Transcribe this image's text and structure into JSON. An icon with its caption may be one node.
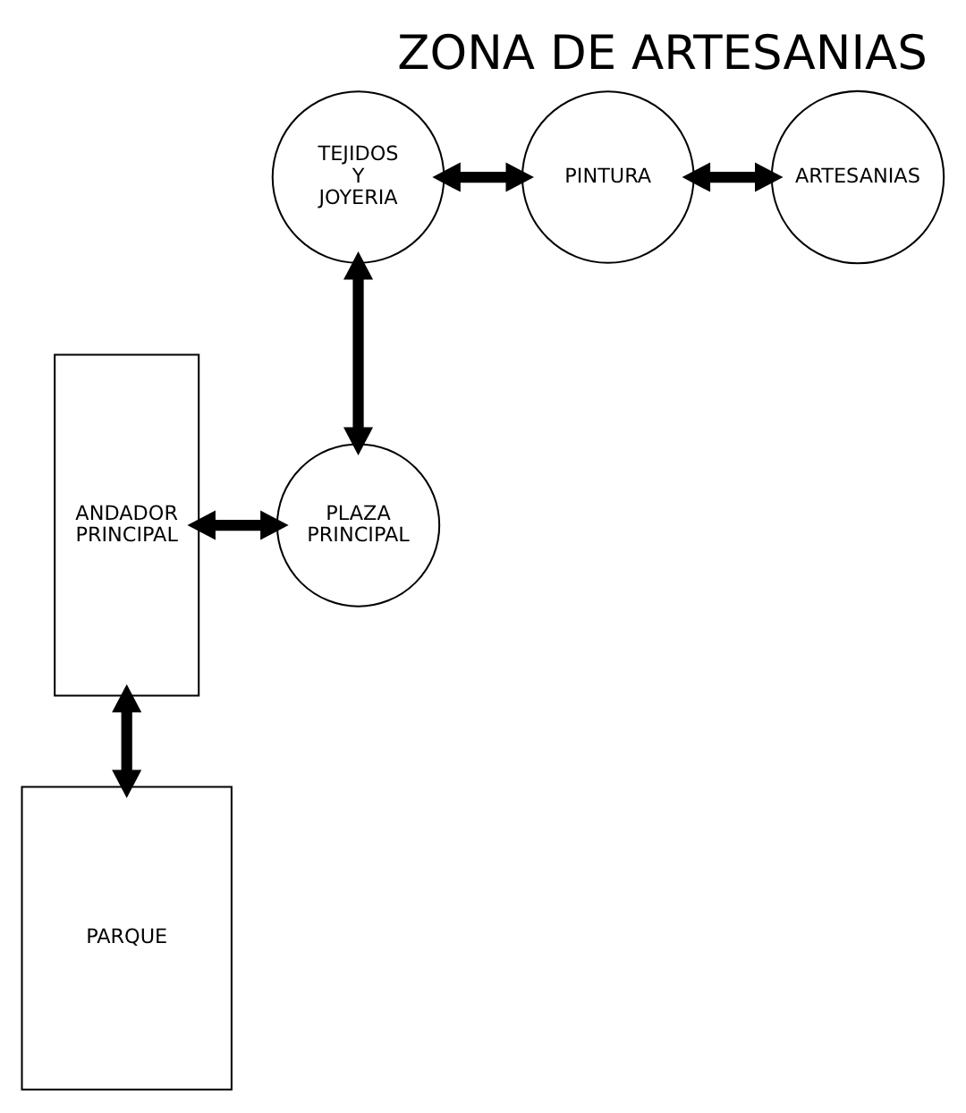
{
  "diagram": {
    "title": "ZONA DE ARTESANIAS",
    "nodes": [
      {
        "text": [
          "TEJIDOS Y JOYERIA"
        ]
      },
      {
        "text": [
          "PINTURA"
        ]
      },
      {
        "text": [
          "ARTESANIAS"
        ]
      },
      {
        "text": [
          "PLAZA PRINCIPAL"
        ]
      },
      {
        "text": [
          "ANDADOR PRINCIPAL"
        ]
      },
      {
        "text": [
          "PARQUE"
        ]
      }
    ],
    "edges": [
      {
        "from": 0,
        "to": 1,
        "arrow": "both"
      },
      {
        "from": 1,
        "to": 2,
        "arrow": "both"
      },
      {
        "from": 0,
        "to": 3,
        "arrow": "both"
      },
      {
        "from": 4,
        "to": 3,
        "arrow": "both"
      },
      {
        "from": 4,
        "to": 5,
        "arrow": "both"
      }
    ]
  }
}
